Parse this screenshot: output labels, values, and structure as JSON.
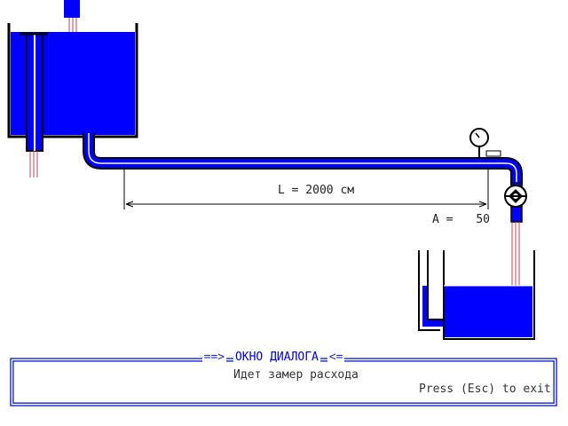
{
  "scene": {
    "length_label": "L = 2000 см",
    "flow_label": "A =",
    "flow_value": "50"
  },
  "dialog": {
    "title_left": "==>",
    "title": "ОКНО ДИАЛОГА",
    "title_right": "<=",
    "message": "Идет замер расхода",
    "hint": "Press (Esc) to exit"
  },
  "colors": {
    "water": "#0000ff",
    "outline": "#000000",
    "pipe_inner": "#ffffff",
    "dialog_border": "#1a2fcf",
    "stream": "#c0405a"
  }
}
